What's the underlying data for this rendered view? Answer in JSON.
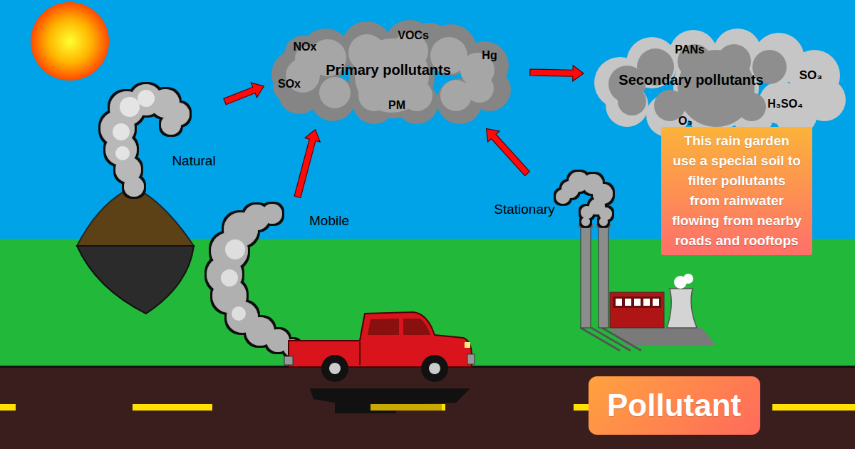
{
  "diagram": {
    "nodes": [
      {
        "text": [
          "NOx",
          "VOCs",
          "Hg",
          "Primary pollutants",
          "SOx",
          "PM"
        ]
      },
      {
        "text": [
          "PANs",
          "Secondary pollutants",
          "SO₃",
          "H₃SO₄",
          "O₃"
        ]
      },
      {
        "text": [
          "This rain garden use a special soil to filter pollutants from rainwater flowing from nearby roads and rooftops"
        ]
      },
      {
        "text": [
          "Natural"
        ]
      },
      {
        "text": [
          "Stationary"
        ]
      },
      {
        "text": [
          "Mobile"
        ]
      },
      {
        "text": [
          "Pollutant"
        ]
      }
    ],
    "edges": [
      {
        "from": 3,
        "to": 0,
        "arrow": "to"
      },
      {
        "from": 5,
        "to": 0,
        "arrow": "to"
      },
      {
        "from": 4,
        "to": 0,
        "arrow": "to"
      },
      {
        "from": 0,
        "to": 1,
        "arrow": "to"
      }
    ]
  }
}
